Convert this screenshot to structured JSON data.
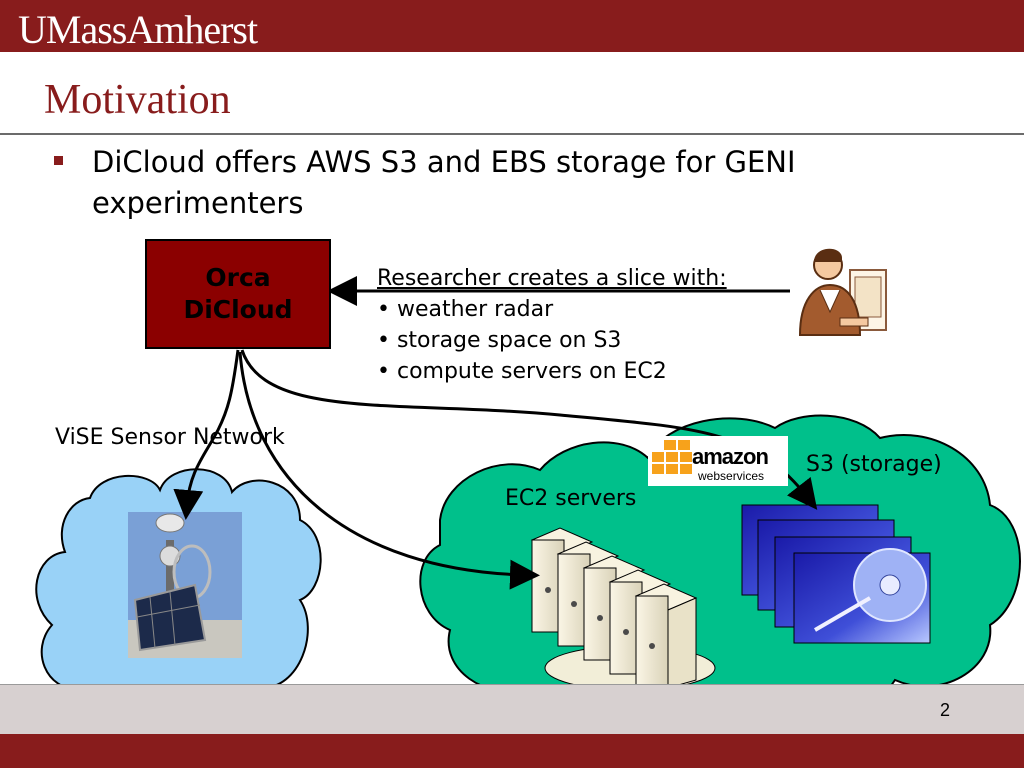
{
  "header": {
    "logo_text": "UMassAmherst"
  },
  "slide": {
    "title": "Motivation",
    "bullets": [
      "DiCloud offers AWS S3 and EBS storage for GENI experimenters"
    ],
    "page_number": "2"
  },
  "diagram": {
    "orca_box": {
      "line1": "Orca",
      "line2": "DiCloud"
    },
    "slice_heading": "Researcher creates a slice with:",
    "slice_items": [
      "• weather radar",
      "• storage space on S3",
      "• compute servers on EC2"
    ],
    "vise_label": "ViSE Sensor Network",
    "ec2_label": "EC2 servers",
    "s3_label": "S3 (storage)",
    "amazon_logo": {
      "word": "amazon",
      "sub": "webservices"
    }
  },
  "colors": {
    "umass_maroon": "#881c1c",
    "orca_box": "#8b0000",
    "vise_cloud": "#99d2f7",
    "aws_cloud": "#00c08b",
    "amazon_orange": "#f7a21b"
  },
  "icons": [
    "researcher-icon",
    "radar-photo-icon",
    "server-rack-icon",
    "hard-drive-icon",
    "amazon-logo-icon"
  ]
}
